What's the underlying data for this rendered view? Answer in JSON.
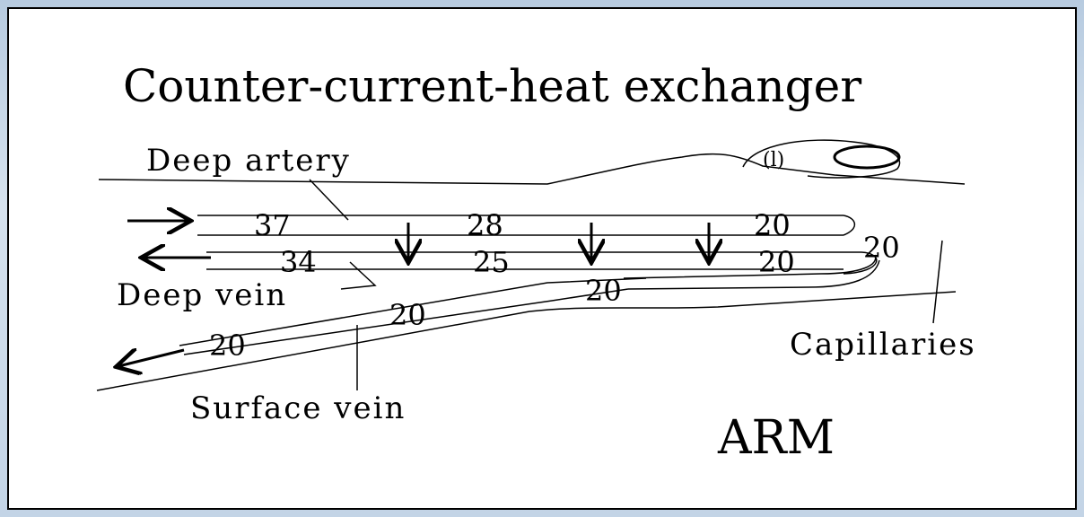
{
  "diagram": {
    "title": "Counter-current-heat exchanger",
    "labels": {
      "deep_artery": "Deep artery",
      "deep_vein": "Deep vein",
      "surface_vein": "Surface vein",
      "capillaries": "Capillaries",
      "arm": "ARM",
      "hand_mark": "(l)"
    },
    "temperatures": {
      "artery_entry": "37",
      "artery_mid": "28",
      "artery_end": "20",
      "deep_vein_exit": "34",
      "deep_vein_mid": "25",
      "deep_vein_end": "20",
      "capillaries": "20",
      "surface_vein_hand": "20",
      "surface_vein_mid": "20",
      "surface_vein_exit": "20"
    }
  }
}
